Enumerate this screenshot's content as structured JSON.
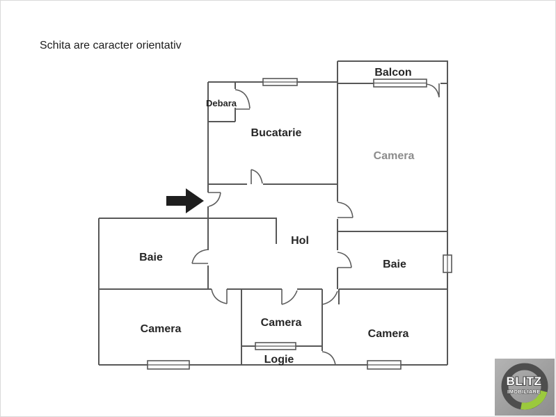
{
  "header": {
    "disclaimer": "Schita are caracter orientativ"
  },
  "rooms": {
    "balcon": {
      "label": "Balcon"
    },
    "debara": {
      "label": "Debara"
    },
    "bucatarie": {
      "label": "Bucatarie"
    },
    "camera_top_right": {
      "label": "Camera"
    },
    "hol": {
      "label": "Hol"
    },
    "baie_left": {
      "label": "Baie"
    },
    "baie_right": {
      "label": "Baie"
    },
    "camera_bottom_left": {
      "label": "Camera"
    },
    "camera_bottom_mid": {
      "label": "Camera"
    },
    "camera_bottom_right": {
      "label": "Camera"
    },
    "logie": {
      "label": "Logie"
    }
  },
  "logo": {
    "brand": "BLITZ",
    "subtitle": "IMOBILIARE"
  },
  "colors": {
    "wall": "#575757",
    "label": "#262626",
    "label_muted": "#8c8c8c",
    "arrow": "#1e1e1e",
    "logo_square_light": "#b4b4b4",
    "logo_square_dark": "#8d8d8d",
    "logo_ring": "#4e4e4e",
    "logo_green": "#9bc93d"
  }
}
